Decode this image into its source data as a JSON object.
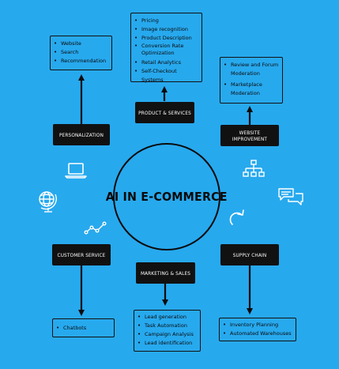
{
  "hub": {
    "title": "AI IN E-COMMERCE"
  },
  "categories": {
    "product_services": "PRODUCT & SERVICES",
    "personalization": "PERSONALIZATION",
    "website_improvement": "WEBSITE\nIMPROVEMENT",
    "customer_service": "CUSTOMER SERVICE",
    "marketing_sales": "MARKETING & SALES",
    "supply_chain": "SUPPLY CHAIN"
  },
  "lists": {
    "product_services": [
      "Pricing",
      "Image recognition",
      "Product Description",
      "Conversion Rate\nOptimization",
      "Retail Analytics",
      "Self-Checkout Systems"
    ],
    "personalization": [
      "Website",
      "Search",
      "Recommendation"
    ],
    "website_improvement": [
      "Review and Forum\nModeration",
      "Marketplace\nModeration"
    ],
    "customer_service": [
      "Chatbots"
    ],
    "marketing_sales": [
      "Lead generation",
      "Task Automation",
      "Campaign Analysis",
      "Lead identification"
    ],
    "supply_chain": [
      "Inventory Planning",
      "Automated Warehouses"
    ]
  },
  "icons": [
    "laptop-icon",
    "globe-icon",
    "trend-line-icon",
    "network-icon",
    "chat-bubbles-icon",
    "rotate-arrow-icon"
  ],
  "colors": {
    "background": "#27a9ee",
    "box": "#111111",
    "text_light": "#ffffff"
  }
}
